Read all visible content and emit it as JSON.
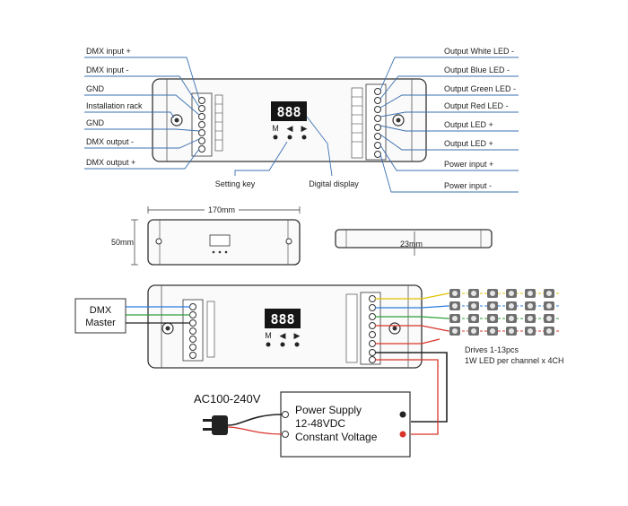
{
  "labels_left": [
    "DMX input +",
    "DMX input -",
    "GND",
    "Installation rack",
    "GND",
    "DMX output -",
    "DMX output +"
  ],
  "labels_right": [
    "Output White LED -",
    "Output Blue LED -",
    "Output Green LED -",
    "Output Red LED -",
    "Output LED +",
    "Output LED +",
    "Power input +",
    "Power input -"
  ],
  "setting_key": "Setting key",
  "digital_display": "Digital display",
  "display_value": "888",
  "key_symbols": [
    "M",
    "◀",
    "▶"
  ],
  "dim_length": "170mm",
  "dim_width": "50mm",
  "dim_height": "23mm",
  "dmx_master": [
    "DMX",
    "Master"
  ],
  "ac_input": "AC100-240V",
  "power_supply": [
    "Power Supply",
    "12-48VDC",
    "Constant Voltage"
  ],
  "drives_note": [
    "Drives 1-13pcs",
    "1W LED per channel x 4CH"
  ],
  "colors": {
    "leader_line": "#3a6fb0",
    "white_wire": "#e0c200",
    "blue_wire": "#2a7be0",
    "green_wire": "#2e9e3a",
    "red_wire": "#d9342b",
    "black_wire": "#222222"
  }
}
